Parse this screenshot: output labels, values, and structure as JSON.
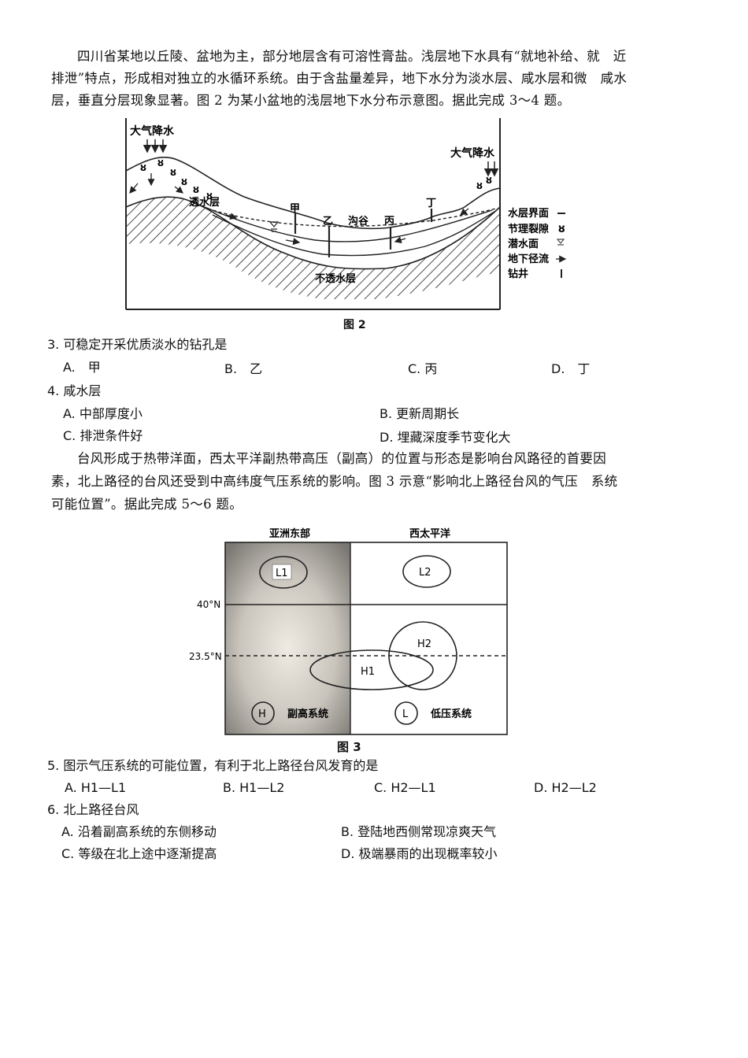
{
  "intro1": {
    "lines": [
      "四川省某地以丘陵、盆地为主，部分地层含有可溶性膏盐。浅层地下水具有“就地补给、就　近",
      "排泄”特点，形成相对独立的水循环系统。由于含盐量差异，地下水分为淡水层、咸水层和微　咸水",
      "层，垂直分层现象显著。图 2 为某小盆地的浅层地下水分布示意图。据此完成 3～4 题。"
    ]
  },
  "figure2": {
    "caption": "图 2",
    "labels": {
      "precip_left": "大气降水",
      "precip_right": "大气降水",
      "permeable": "透水层",
      "impermeable": "不透水层",
      "valley": "沟谷",
      "well_jia": "甲",
      "well_yi": "乙",
      "well_bing": "丙",
      "well_ding": "丁"
    },
    "legend": [
      {
        "label": "水层界面",
        "icon": "layer-boundary-line"
      },
      {
        "label": "节理裂隙",
        "icon": "joint-fissure"
      },
      {
        "label": "潜水面",
        "icon": "water-table-symbol"
      },
      {
        "label": "地下径流",
        "icon": "groundwater-flow-arrow"
      },
      {
        "label": "钻井",
        "icon": "borehole-line"
      }
    ]
  },
  "q3": {
    "stem": "3. 可稳定开采优质淡水的钻孔是",
    "options": [
      "A.　甲",
      "B.　乙",
      "C. 丙",
      "D.　丁"
    ]
  },
  "q4": {
    "stem": "4. 咸水层",
    "options": [
      "A. 中部厚度小",
      "B. 更新周期长",
      "C. 排泄条件好",
      "D. 埋藏深度季节变化大"
    ]
  },
  "intro2": {
    "lines": [
      "台风形成于热带洋面，西太平洋副热带高压（副高）的位置与形态是影响台风路径的首要因",
      "素，北上路径的台风还受到中高纬度气压系统的影响。图 3 示意“影响北上路径台风的气压　系统",
      "可能位置”。据此完成 5～6 题。"
    ]
  },
  "figure3": {
    "caption": "图 3",
    "col_left": "亚洲东部",
    "col_right": "西太平洋",
    "lat_40": "40°N",
    "lat_235": "23.5°N",
    "systems": {
      "L1": "L1",
      "L2": "L2",
      "H1": "H1",
      "H2": "H2"
    },
    "legend": [
      {
        "symbol": "H",
        "label": "副高系统"
      },
      {
        "symbol": "L",
        "label": "低压系统"
      }
    ]
  },
  "q5": {
    "stem": "5. 图示气压系统的可能位置，有利于北上路径台风发育的是",
    "options": [
      "A. H1—L1",
      "B. H1—L2",
      "C. H2—L1",
      "D. H2—L2"
    ]
  },
  "q6": {
    "stem": "6. 北上路径台风",
    "options": [
      "A. 沿着副高系统的东侧移动",
      "B. 登陆地西侧常现凉爽天气",
      "C. 等级在北上途中逐渐提高",
      "D. 极端暴雨的出现概率较小"
    ]
  }
}
